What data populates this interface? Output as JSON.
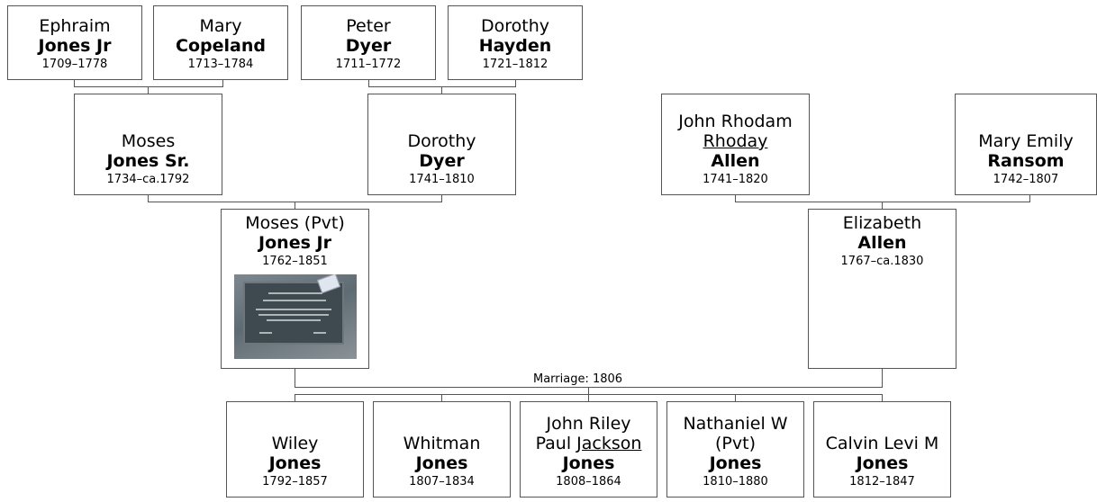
{
  "people": {
    "ephraim": {
      "given": "Ephraim",
      "surname": "Jones Jr",
      "dates": "1709–1778"
    },
    "mary_copeland": {
      "given": "Mary",
      "surname": "Copeland",
      "dates": "1713–1784"
    },
    "peter": {
      "given": "Peter",
      "surname": "Dyer",
      "dates": "1711–1772"
    },
    "dorothy_hayden": {
      "given": "Dorothy",
      "surname": "Hayden",
      "dates": "1721–1812"
    },
    "moses_sr": {
      "given": "Moses",
      "surname": "Jones Sr.",
      "dates": "1734–ca.1792"
    },
    "dorothy_dyer": {
      "given": "Dorothy",
      "surname": "Dyer",
      "dates": "1741–1810"
    },
    "john_allen": {
      "given": "John Rhodam",
      "given2": "Rhoday",
      "surname": "Allen",
      "dates": "1741–1820"
    },
    "mary_ransom": {
      "given": "Mary Emily",
      "surname": "Ransom",
      "dates": "1742–1807"
    },
    "moses_jr": {
      "given": "Moses (Pvt)",
      "surname": "Jones Jr",
      "dates": "1762–1851"
    },
    "elizabeth": {
      "given": "Elizabeth",
      "surname": "Allen",
      "dates": "1767–ca.1830"
    },
    "wiley": {
      "given": "Wiley",
      "surname": "Jones",
      "dates": "1792–1857"
    },
    "whitman": {
      "given": "Whitman",
      "surname": "Jones",
      "dates": "1807–1834"
    },
    "john_riley": {
      "given": "John Riley",
      "given2a": "Paul ",
      "given2b": "Jackson",
      "surname": "Jones",
      "dates": "1808–1864"
    },
    "nathaniel": {
      "given": "Nathaniel W",
      "given2": "(Pvt)",
      "surname": "Jones",
      "dates": "1810–1880"
    },
    "calvin": {
      "given": "Calvin Levi M",
      "surname": "Jones",
      "dates": "1812–1847"
    }
  },
  "marriage_label": "Marriage: 1806"
}
